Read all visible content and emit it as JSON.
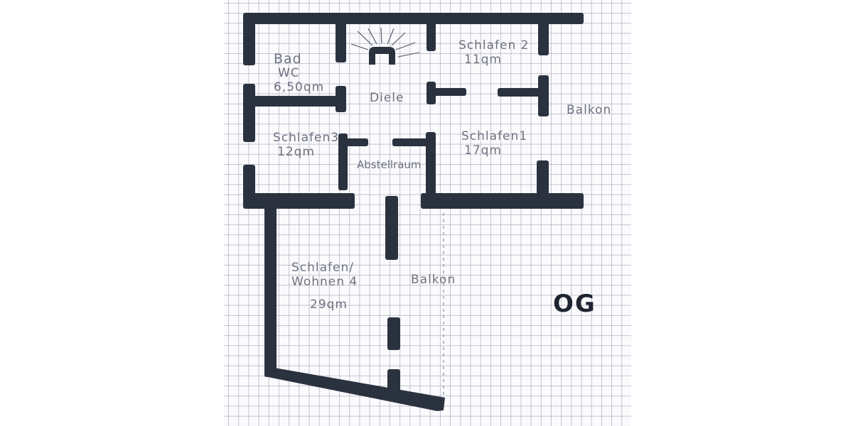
{
  "floor_label": "OG",
  "colors": {
    "wall": "#2b323f",
    "pencil": "#6e7280",
    "grid": "#9696aa"
  },
  "rooms": [
    {
      "id": "bad",
      "lines": [
        "Bad",
        "WC",
        "6,50qm"
      ]
    },
    {
      "id": "schlafen2",
      "lines": [
        "Schlafen 2",
        "11qm"
      ]
    },
    {
      "id": "diele",
      "lines": [
        "Diele"
      ]
    },
    {
      "id": "balkon-right",
      "lines": [
        "Balkon"
      ]
    },
    {
      "id": "schlafen3",
      "lines": [
        "Schlafen3",
        "12qm"
      ]
    },
    {
      "id": "schlafen1",
      "lines": [
        "Schlafen1",
        "17qm"
      ]
    },
    {
      "id": "abstellraum",
      "lines": [
        "Abstellraum"
      ]
    },
    {
      "id": "schlafen4",
      "lines": [
        "Schlafen/",
        "Wohnen 4",
        "29qm"
      ]
    },
    {
      "id": "balkon-bottom",
      "lines": [
        "Balkon"
      ]
    }
  ]
}
